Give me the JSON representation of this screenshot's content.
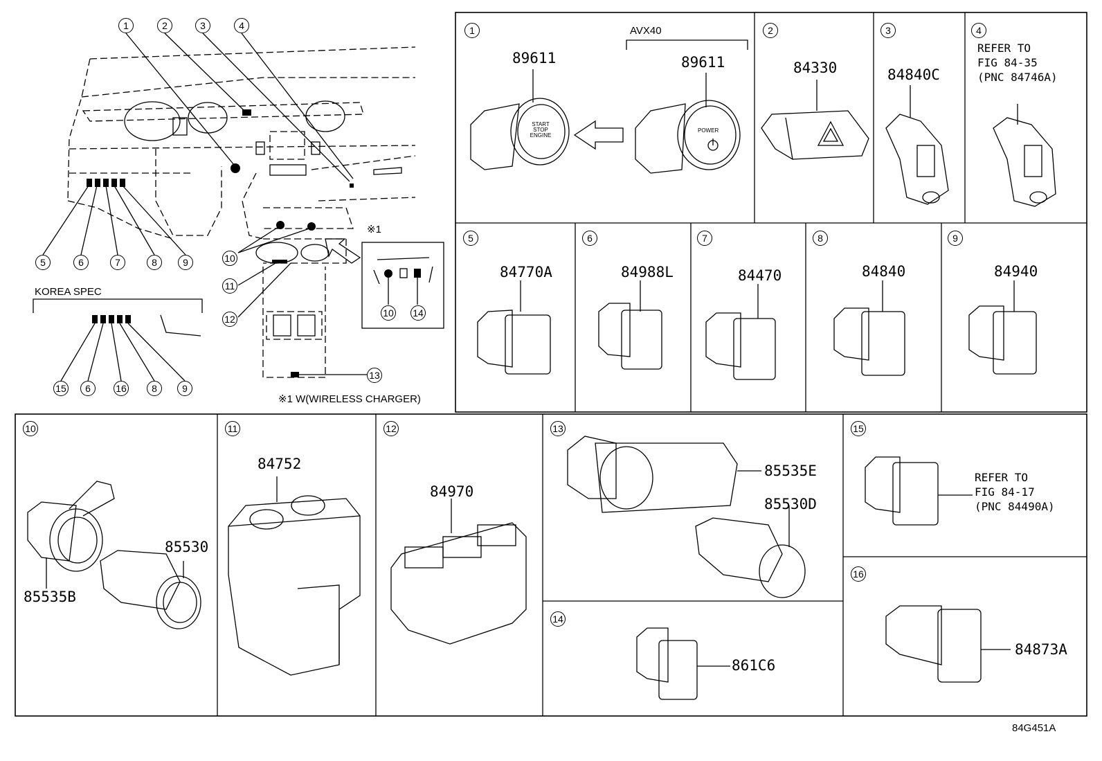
{
  "overview": {
    "callouts_top": [
      "1",
      "2",
      "3",
      "4"
    ],
    "callouts_left": [
      "5",
      "6",
      "7",
      "8",
      "9"
    ],
    "callouts_center": [
      "10",
      "11",
      "12",
      "13"
    ],
    "korea_label": "KOREA SPEC",
    "korea_callouts": [
      "15",
      "6",
      "16",
      "8",
      "9"
    ],
    "note_mark": "※1",
    "note_callouts": [
      "10",
      "14"
    ],
    "note_text": "※1 W(WIRELESS CHARGER)"
  },
  "panels": {
    "p1": {
      "num": "1",
      "variant_label": "AVX40",
      "part_left": "89611",
      "part_right": "89611",
      "left_button_text": "START STOP ENGINE",
      "right_button_text": "POWER"
    },
    "p2": {
      "num": "2",
      "part": "84330"
    },
    "p3": {
      "num": "3",
      "part": "84840C"
    },
    "p4": {
      "num": "4",
      "ref": "REFER TO\nFIG 84-35\n(PNC 84746A)"
    },
    "p5": {
      "num": "5",
      "part": "84770A"
    },
    "p6": {
      "num": "6",
      "part": "84988L"
    },
    "p7": {
      "num": "7",
      "part": "84470"
    },
    "p8": {
      "num": "8",
      "part": "84840"
    },
    "p9": {
      "num": "9",
      "part": "84940"
    },
    "p10": {
      "num": "10",
      "part_a": "85535B",
      "part_b": "85530"
    },
    "p11": {
      "num": "11",
      "part": "84752"
    },
    "p12": {
      "num": "12",
      "part": "84970"
    },
    "p13": {
      "num": "13",
      "part_a": "85535E",
      "part_b": "85530D"
    },
    "p14": {
      "num": "14",
      "part": "861C6"
    },
    "p15": {
      "num": "15",
      "ref": "REFER TO\nFIG 84-17\n(PNC 84490A)"
    },
    "p16": {
      "num": "16",
      "part": "84873A"
    }
  },
  "figure_id": "84G451A"
}
